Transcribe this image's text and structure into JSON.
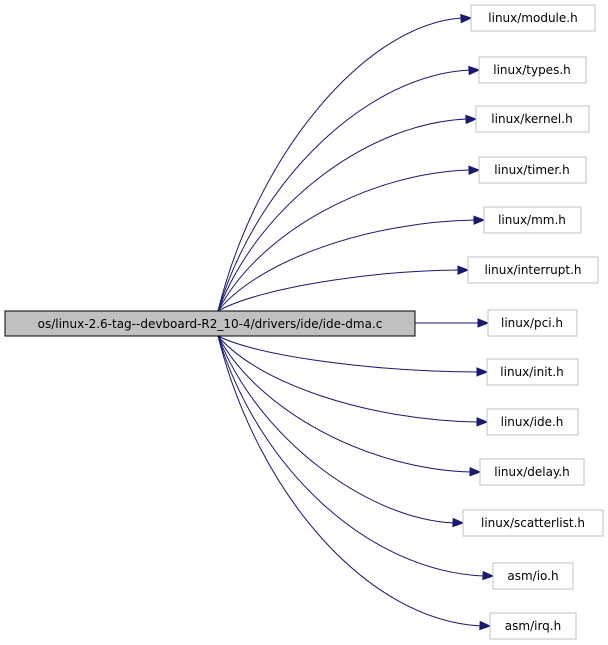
{
  "graph": {
    "source": {
      "label": "os/linux-2.6-tag--devboard-R2_10-4/drivers/ide/ide-dma.c"
    },
    "includes": [
      {
        "label": "linux/module.h"
      },
      {
        "label": "linux/types.h"
      },
      {
        "label": "linux/kernel.h"
      },
      {
        "label": "linux/timer.h"
      },
      {
        "label": "linux/mm.h"
      },
      {
        "label": "linux/interrupt.h"
      },
      {
        "label": "linux/pci.h"
      },
      {
        "label": "linux/init.h"
      },
      {
        "label": "linux/ide.h"
      },
      {
        "label": "linux/delay.h"
      },
      {
        "label": "linux/scatterlist.h"
      },
      {
        "label": "asm/io.h"
      },
      {
        "label": "asm/irq.h"
      }
    ],
    "colors": {
      "source_fill": "#c0c0c0",
      "source_border": "#000000",
      "node_border": "#c0c0c0",
      "edge": "#191970"
    }
  }
}
